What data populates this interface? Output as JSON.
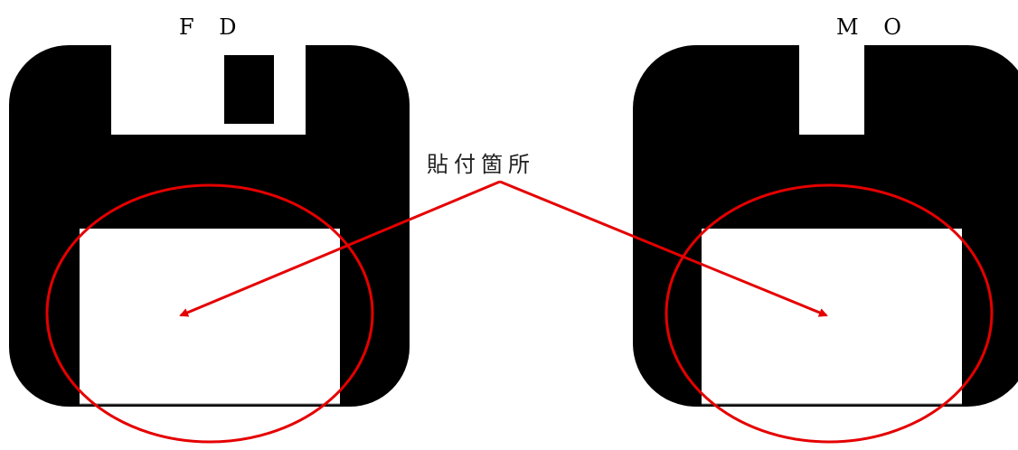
{
  "disks": {
    "fd": {
      "label": "F D"
    },
    "mo": {
      "label": "M O"
    }
  },
  "callout": {
    "label": "貼付箇所"
  },
  "colors": {
    "disk": "#000000",
    "label_area": "#ffffff",
    "highlight": "#e50000"
  }
}
